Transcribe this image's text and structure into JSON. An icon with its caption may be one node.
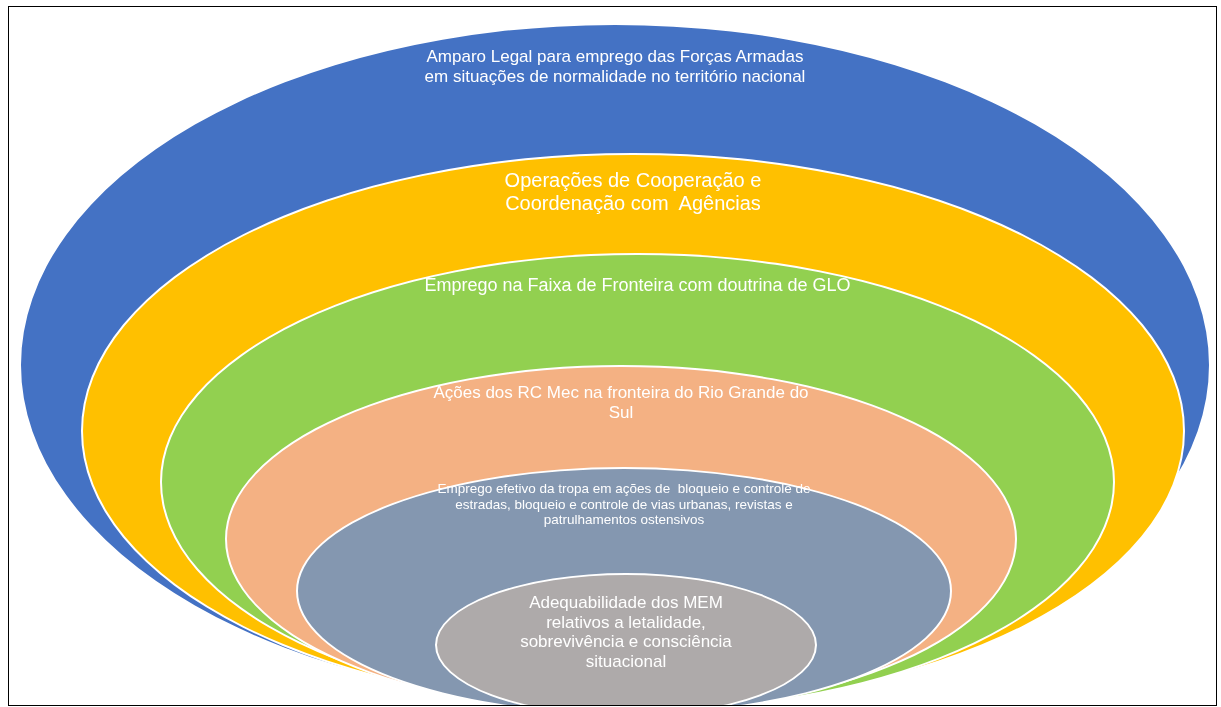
{
  "diagram": {
    "nodes": [
      {
        "text": [
          "Amparo Legal para emprego das Forças Armadas em situações de normalidade no território nacional"
        ]
      },
      {
        "text": [
          "Operações de Cooperação e Coordenação com  Agências"
        ],
        "in": 0
      },
      {
        "text": [
          "Emprego na Faixa de Fronteira com doutrina de GLO"
        ],
        "in": 1
      },
      {
        "text": [
          "Ações dos RC Mec na fronteira do Rio Grande do Sul"
        ],
        "in": 2
      },
      {
        "text": [
          "Emprego efetivo da tropa em ações de  bloqueio e controle de estradas, bloqueio e controle de vias urbanas, revistas e patrulhamentos ostensivos"
        ],
        "in": 3
      },
      {
        "text": [
          "Adequabilidade dos MEM relativos a letalidade, sobrevivência e consciência situacional"
        ],
        "in": 4
      }
    ],
    "edges": []
  }
}
